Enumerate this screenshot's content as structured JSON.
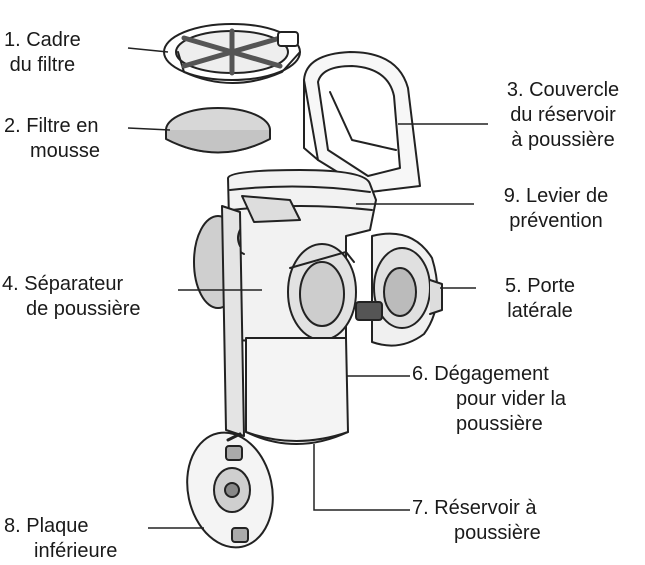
{
  "labels": [
    {
      "id": "filter-frame",
      "lines": [
        "1.  Cadre",
        "du filtre"
      ]
    },
    {
      "id": "foam-filter",
      "lines": [
        "2.  Filtre en",
        "mousse"
      ]
    },
    {
      "id": "bin-lid",
      "lines": [
        "3. Couvercle",
        "du réservoir",
        "à poussière"
      ]
    },
    {
      "id": "dust-separator",
      "lines": [
        "4.  Séparateur",
        "de poussière"
      ]
    },
    {
      "id": "side-door",
      "lines": [
        "5.  Porte",
        "latérale"
      ]
    },
    {
      "id": "dust-release",
      "lines": [
        "6.  Dégagement",
        "pour vider la",
        "poussière"
      ]
    },
    {
      "id": "dust-bin",
      "lines": [
        "7.  Réservoir à",
        "poussière"
      ]
    },
    {
      "id": "bottom-plate",
      "lines": [
        "8.  Plaque",
        "inférieure"
      ]
    },
    {
      "id": "prevention-lever",
      "lines": [
        "9. Levier de",
        "prévention"
      ]
    }
  ]
}
